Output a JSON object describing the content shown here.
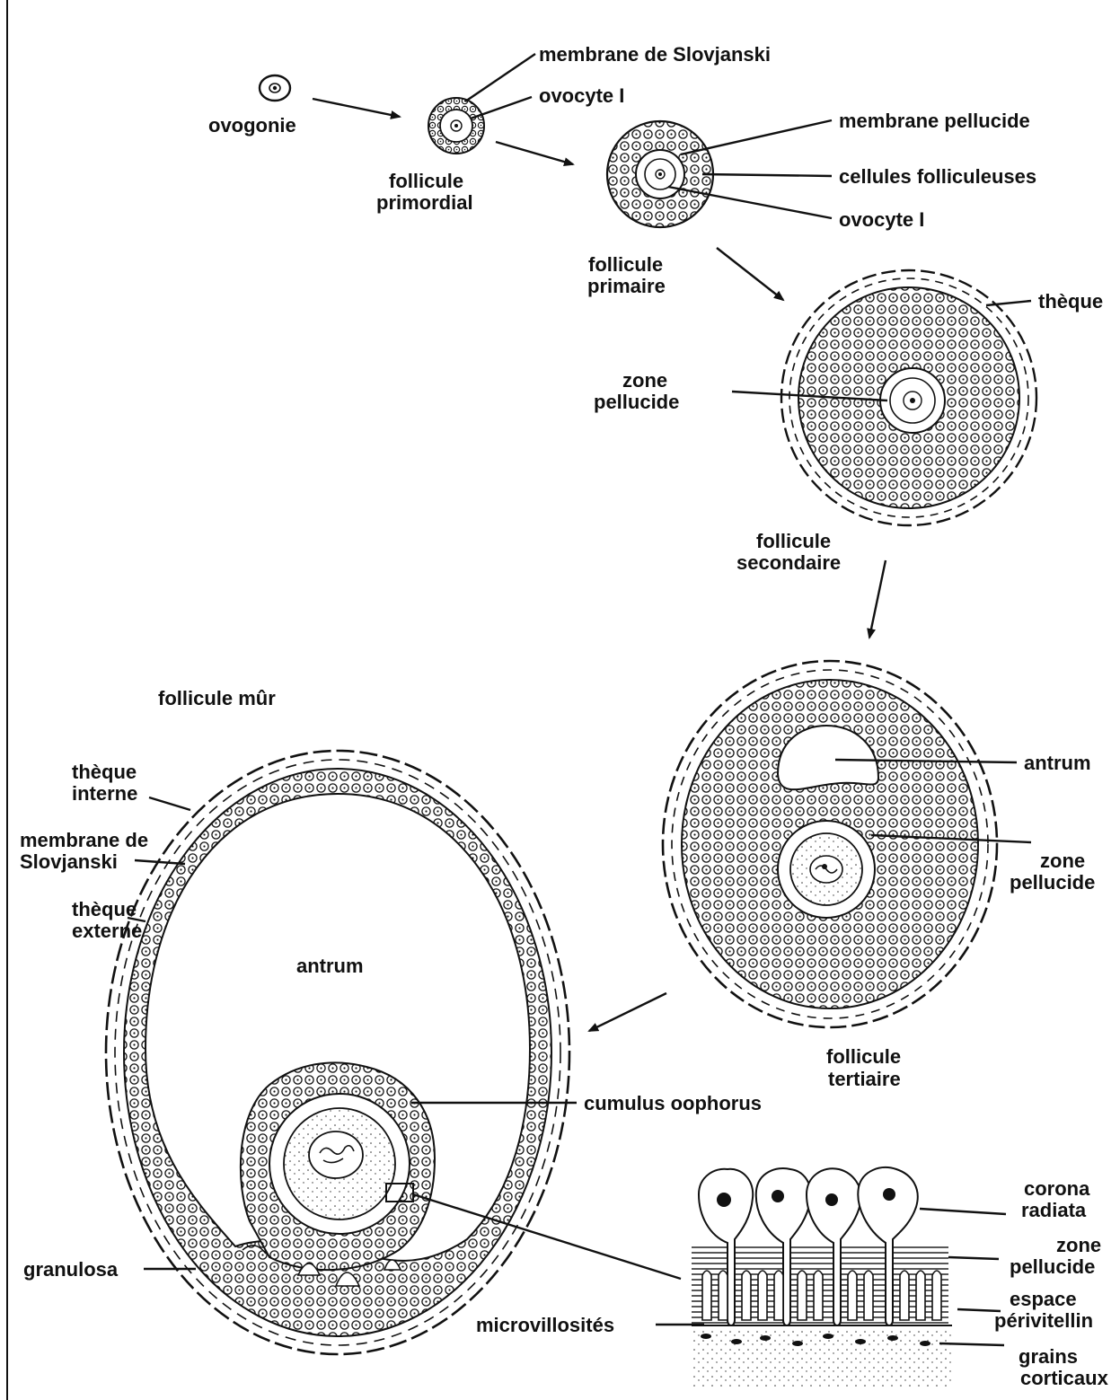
{
  "labels": {
    "ovogonie": "ovogonie",
    "membrane_slovjanski_top": "membrane de Slovjanski",
    "ovocyte_top": "ovocyte I",
    "follicule_primordial_1": "follicule",
    "follicule_primordial_2": "primordial",
    "membrane_pellucide": "membrane pellucide",
    "cellules_folliculeuses": "cellules folliculeuses",
    "ovocyte_primaire": "ovocyte I",
    "follicule_primaire_1": "follicule",
    "follicule_primaire_2": "primaire",
    "theque": "thèque",
    "zone_pellucide_sec_1": "zone",
    "zone_pellucide_sec_2": "pellucide",
    "follicule_secondaire_1": "follicule",
    "follicule_secondaire_2": "secondaire",
    "follicule_mur": "follicule mûr",
    "antrum_ter": "antrum",
    "zone_pellucide_ter_1": "zone",
    "zone_pellucide_ter_2": "pellucide",
    "theque_interne_1": "thèque",
    "theque_interne_2": "interne",
    "membrane_slovjanski_1": "membrane de",
    "membrane_slovjanski_2": "Slovjanski",
    "theque_externe_1": "thèque",
    "theque_externe_2": "externe",
    "antrum_mur": "antrum",
    "follicule_tertiaire_1": "follicule",
    "follicule_tertiaire_2": "tertiaire",
    "cumulus": "cumulus oophorus",
    "granulosa": "granulosa",
    "corona_1": "corona",
    "corona_2": "radiata",
    "zone_pellucide_det_1": "zone",
    "zone_pellucide_det_2": "pellucide",
    "espace_1": "espace",
    "espace_2": "périvitellin",
    "microvillosites": "microvillosités",
    "grains_1": "grains",
    "grains_2": "corticaux"
  }
}
